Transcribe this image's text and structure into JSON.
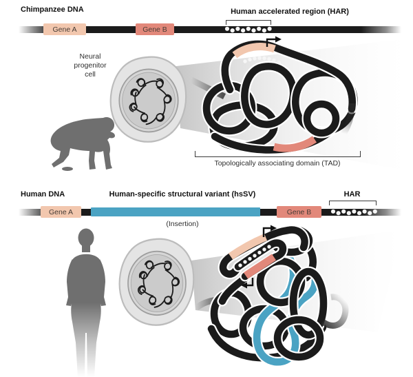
{
  "colors": {
    "gene_a": "#f2c7ae",
    "gene_b": "#e2887a",
    "insertion": "#4ba3c3",
    "dna_bar": "#1b1b1b",
    "silhouette": "#6f6f6f"
  },
  "panel_chimp": {
    "title": "Chimpanzee DNA",
    "har_label": "Human accelerated region (HAR)",
    "gene_a_label": "Gene A",
    "gene_b_label": "Gene B",
    "cell_label": {
      "line1": "Neural",
      "line2": "progenitor",
      "line3": "cell"
    },
    "tad_label": "Topologically associating domain (TAD)"
  },
  "panel_human": {
    "title": "Human DNA",
    "hssv_label": "Human-specific structural variant (hsSV)",
    "insertion_label": "(Insertion)",
    "har_label": "HAR",
    "gene_a_label": "Gene A",
    "gene_b_label": "Gene B"
  }
}
